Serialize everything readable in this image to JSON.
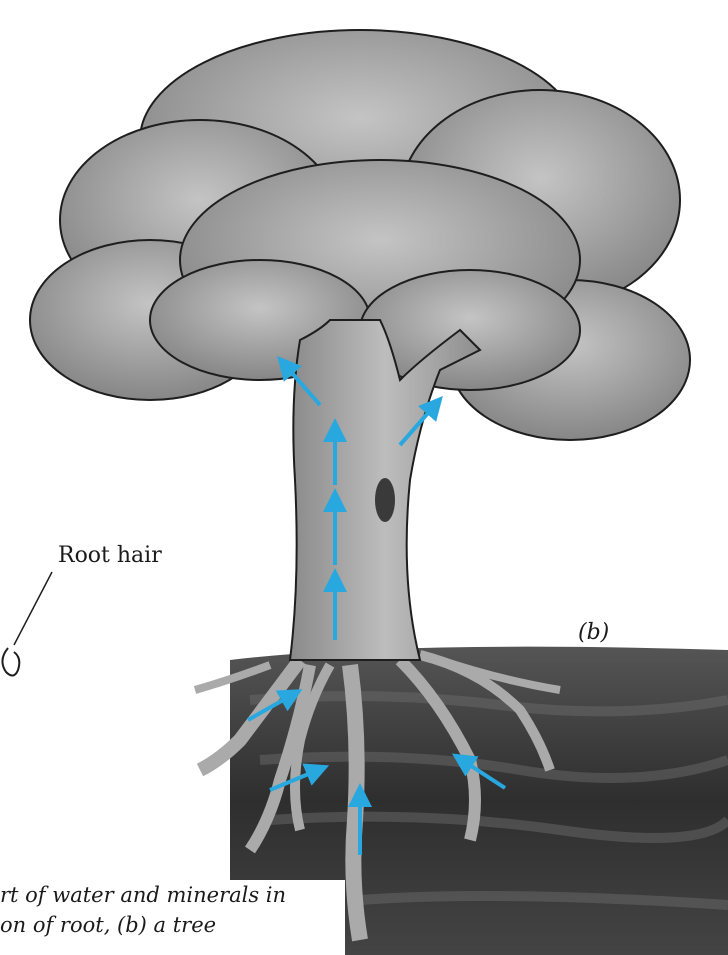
{
  "labels": {
    "root_hair": "Root hair",
    "panel": "(b)"
  },
  "caption": {
    "line1": "rt of water and minerals in",
    "line2": "on of root, (b) a tree"
  },
  "colors": {
    "arrow": "#29a8e0",
    "soil": "#3a3a3a",
    "foliage": "#9a9a9a",
    "trunk": "#a8a8a8"
  },
  "icons": [
    "tree-illustration",
    "water-flow-arrow",
    "root-hair-icon"
  ]
}
